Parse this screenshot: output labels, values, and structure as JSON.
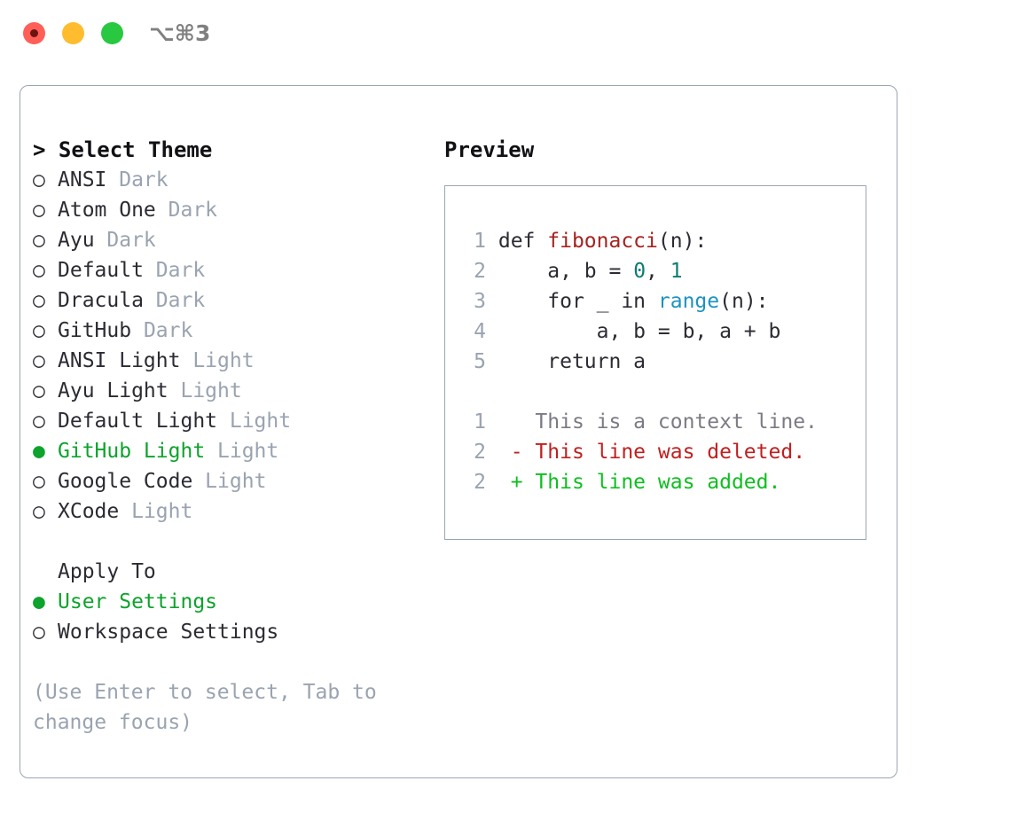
{
  "titlebar": {
    "shortcut": "⌥⌘3",
    "lights": [
      "close",
      "minimize",
      "maximize"
    ]
  },
  "theme_picker": {
    "header": "> Select Theme",
    "selected_bullet": "●",
    "unselected_bullet": "○",
    "items": [
      {
        "bullet": "○",
        "name": "ANSI",
        "variant": "Dark",
        "selected": false
      },
      {
        "bullet": "○",
        "name": "Atom One",
        "variant": "Dark",
        "selected": false
      },
      {
        "bullet": "○",
        "name": "Ayu",
        "variant": "Dark",
        "selected": false
      },
      {
        "bullet": "○",
        "name": "Default",
        "variant": "Dark",
        "selected": false
      },
      {
        "bullet": "○",
        "name": "Dracula",
        "variant": "Dark",
        "selected": false
      },
      {
        "bullet": "○",
        "name": "GitHub",
        "variant": "Dark",
        "selected": false
      },
      {
        "bullet": "○",
        "name": "ANSI Light",
        "variant": "Light",
        "selected": false
      },
      {
        "bullet": "○",
        "name": "Ayu Light",
        "variant": "Light",
        "selected": false
      },
      {
        "bullet": "○",
        "name": "Default Light",
        "variant": "Light",
        "selected": false
      },
      {
        "bullet": "●",
        "name": "GitHub Light",
        "variant": "Light",
        "selected": true
      },
      {
        "bullet": "○",
        "name": "Google Code",
        "variant": "Light",
        "selected": false
      },
      {
        "bullet": "○",
        "name": "XCode",
        "variant": "Light",
        "selected": false
      }
    ]
  },
  "apply_to": {
    "header": "Apply To",
    "items": [
      {
        "bullet": "●",
        "name": "User Settings",
        "selected": true
      },
      {
        "bullet": "○",
        "name": "Workspace Settings",
        "selected": false
      }
    ]
  },
  "hint": "(Use Enter to select, Tab to change focus)",
  "preview": {
    "title": "Preview",
    "code_lines": [
      {
        "no": "1",
        "tokens": [
          {
            "t": "def ",
            "c": "tok-def"
          },
          {
            "t": "fibonacci",
            "c": "tok-fn"
          },
          {
            "t": "(n):",
            "c": "tok-plain"
          }
        ]
      },
      {
        "no": "2",
        "tokens": [
          {
            "t": "    a, b = ",
            "c": "tok-plain"
          },
          {
            "t": "0",
            "c": "tok-num"
          },
          {
            "t": ", ",
            "c": "tok-plain"
          },
          {
            "t": "1",
            "c": "tok-num"
          }
        ]
      },
      {
        "no": "3",
        "tokens": [
          {
            "t": "    for _ in ",
            "c": "tok-plain"
          },
          {
            "t": "range",
            "c": "tok-call"
          },
          {
            "t": "(n):",
            "c": "tok-plain"
          }
        ]
      },
      {
        "no": "4",
        "tokens": [
          {
            "t": "        a, b = b, a + b",
            "c": "tok-plain"
          }
        ]
      },
      {
        "no": "5",
        "tokens": [
          {
            "t": "    return a",
            "c": "tok-plain"
          }
        ]
      }
    ],
    "diff_lines": [
      {
        "no": "1",
        "marker": " ",
        "text": "  This is a context line.",
        "kind": "diff-ctx"
      },
      {
        "no": "2",
        "marker": "-",
        "text": "- This line was deleted.",
        "kind": "diff-del"
      },
      {
        "no": "2",
        "marker": "+",
        "text": "+ This line was added.",
        "kind": "diff-add"
      }
    ]
  },
  "colors": {
    "accent_green": "#0da32c",
    "diff_add": "#0fbf20",
    "diff_delete": "#c02020",
    "muted": "#9aa3b0",
    "border": "#9aa5b4",
    "function": "#a6231f",
    "number": "#0d7c72",
    "call": "#1d93bf"
  }
}
